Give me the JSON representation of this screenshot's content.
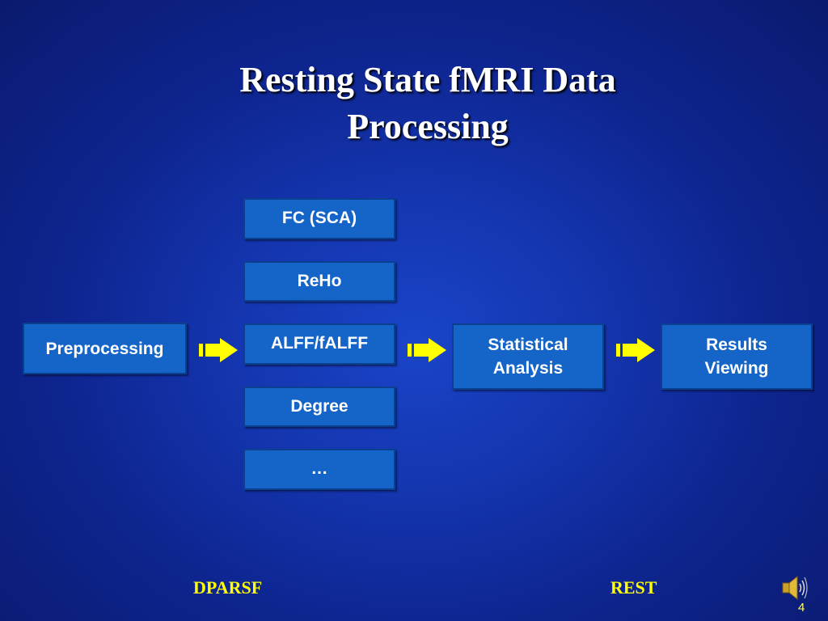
{
  "slide": {
    "title_line1": "Resting State fMRI Data",
    "title_line2": "Processing",
    "page_number": "4"
  },
  "diagram": {
    "preprocessing": "Preprocessing",
    "methods": [
      "FC (SCA)",
      "ReHo",
      "ALFF/fALFF",
      "Degree",
      "…"
    ],
    "statistical_analysis_line1": "Statistical",
    "statistical_analysis_line2": "Analysis",
    "results_viewing_line1": "Results",
    "results_viewing_line2": "Viewing"
  },
  "footer": {
    "left_link": "DPARSF",
    "right_link": "REST"
  },
  "colors": {
    "background": "#1436b0",
    "box_fill": "#1565c8",
    "arrow": "#ffff00",
    "footer_text": "#ffff00"
  },
  "icons": [
    "arrow-right-icon",
    "speaker-icon"
  ]
}
